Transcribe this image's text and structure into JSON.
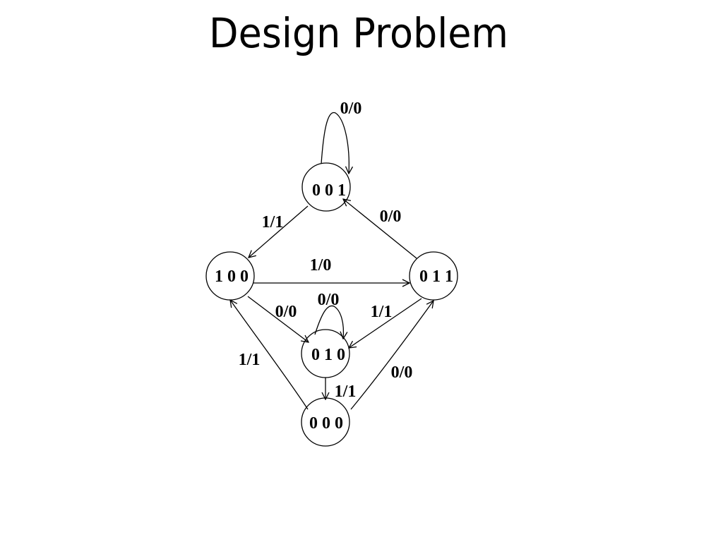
{
  "slide": {
    "title": "Design Problem"
  },
  "diagram": {
    "states": {
      "s001": "0 0 1",
      "s100": "1 0 0",
      "s011": "0 1 1",
      "s010": "0 1 0",
      "s000": "0 0 0"
    },
    "transitions": {
      "t001_self": "0/0",
      "t001_100": "1/1",
      "t011_001": "0/0",
      "t100_011": "1/0",
      "t100_010": "0/0",
      "t010_self": "0/0",
      "t011_010": "1/1",
      "t000_100": "1/1",
      "t010_000": "1/1",
      "t000_011": "0/0"
    }
  }
}
